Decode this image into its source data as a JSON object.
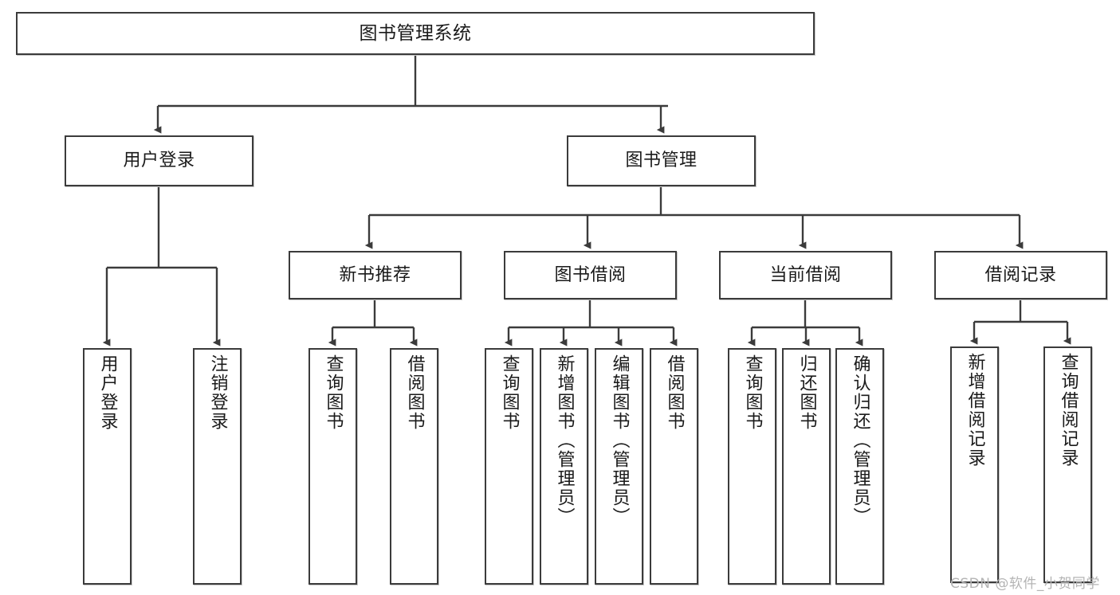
{
  "diagram": {
    "type": "tree",
    "title": "图书管理系统",
    "colors": {
      "box_border": "#3b3b3b",
      "box_fill": "#ffffff",
      "edge": "#3b3b3b",
      "text": "#1a1a1a",
      "watermark": "#b4b4b4",
      "background": "#ffffff"
    },
    "root": {
      "label": "图书管理系统"
    },
    "level2": [
      {
        "label": "用户登录"
      },
      {
        "label": "图书管理"
      }
    ],
    "level3": [
      {
        "label": "新书推荐"
      },
      {
        "label": "图书借阅"
      },
      {
        "label": "当前借阅"
      },
      {
        "label": "借阅记录"
      }
    ],
    "leaves": {
      "user_login": [
        {
          "label": "用户登录"
        },
        {
          "label": "注销登录"
        }
      ],
      "new_book_recommend": [
        {
          "label": "查询图书"
        },
        {
          "label": "借阅图书"
        }
      ],
      "book_borrow": [
        {
          "label": "查询图书"
        },
        {
          "label": "新增图书（管理员）"
        },
        {
          "label": "编辑图书（管理员）"
        },
        {
          "label": "借阅图书"
        }
      ],
      "current_borrow": [
        {
          "label": "查询图书"
        },
        {
          "label": "归还图书"
        },
        {
          "label": "确认归还（管理员）"
        }
      ],
      "borrow_records": [
        {
          "label": "新增借阅记录"
        },
        {
          "label": "查询借阅记录"
        }
      ]
    },
    "watermark": "CSDN @软件_小贺同学"
  }
}
